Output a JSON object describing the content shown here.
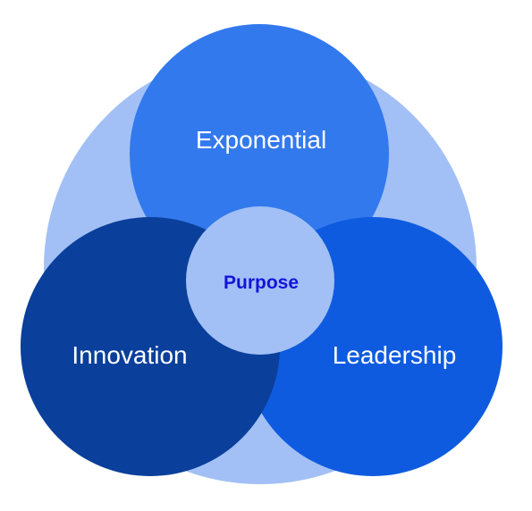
{
  "diagram": {
    "nodes": {
      "top": {
        "label": "Exponential"
      },
      "left": {
        "label": "Innovation"
      },
      "right": {
        "label": "Leadership"
      },
      "center": {
        "label": "Purpose"
      }
    }
  },
  "colors": {
    "background_circle": "#a2c0f5",
    "top_circle": "#3279ed",
    "left_circle": "#0a3f9b",
    "right_circle": "#0f5be0",
    "center_circle": "#a2c0f5",
    "center_text": "#1414d8",
    "outer_text": "#ffffff"
  }
}
